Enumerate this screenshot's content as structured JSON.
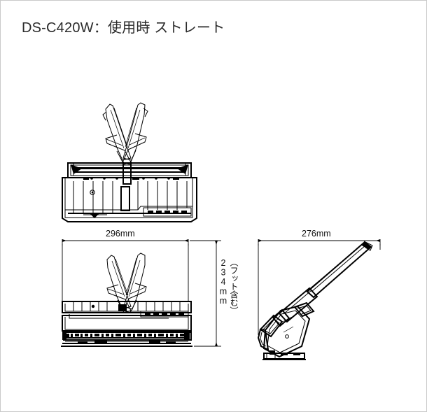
{
  "page": {
    "title": "DS-C420W：使用時 ストレート",
    "background_color": "#ffffff",
    "border_color": "#c9c9c9",
    "line_color": "#000000",
    "title_color": "#2b2b2b"
  },
  "drawings": [
    {
      "id": "top-view",
      "name": "top-view-scanner",
      "description": "plan view of DS-C420W scanner with V-shaped straight-path output guides extended upward"
    },
    {
      "id": "front-view",
      "name": "front-view-scanner",
      "description": "front elevation of DS-C420W scanner with V-shaped straight-path output guides"
    },
    {
      "id": "side-view",
      "name": "side-view-scanner",
      "description": "side elevation of DS-C420W scanner in straight-path position with extended input tray"
    }
  ],
  "dimensions": {
    "width_front": {
      "value": "296mm",
      "orientation": "horizontal",
      "applies_to": "front-view"
    },
    "height_front": {
      "value": "234mm",
      "note": "（フット含む）",
      "orientation": "vertical",
      "applies_to": "front-view"
    },
    "depth_side": {
      "value": "276mm",
      "orientation": "horizontal",
      "applies_to": "side-view"
    }
  }
}
